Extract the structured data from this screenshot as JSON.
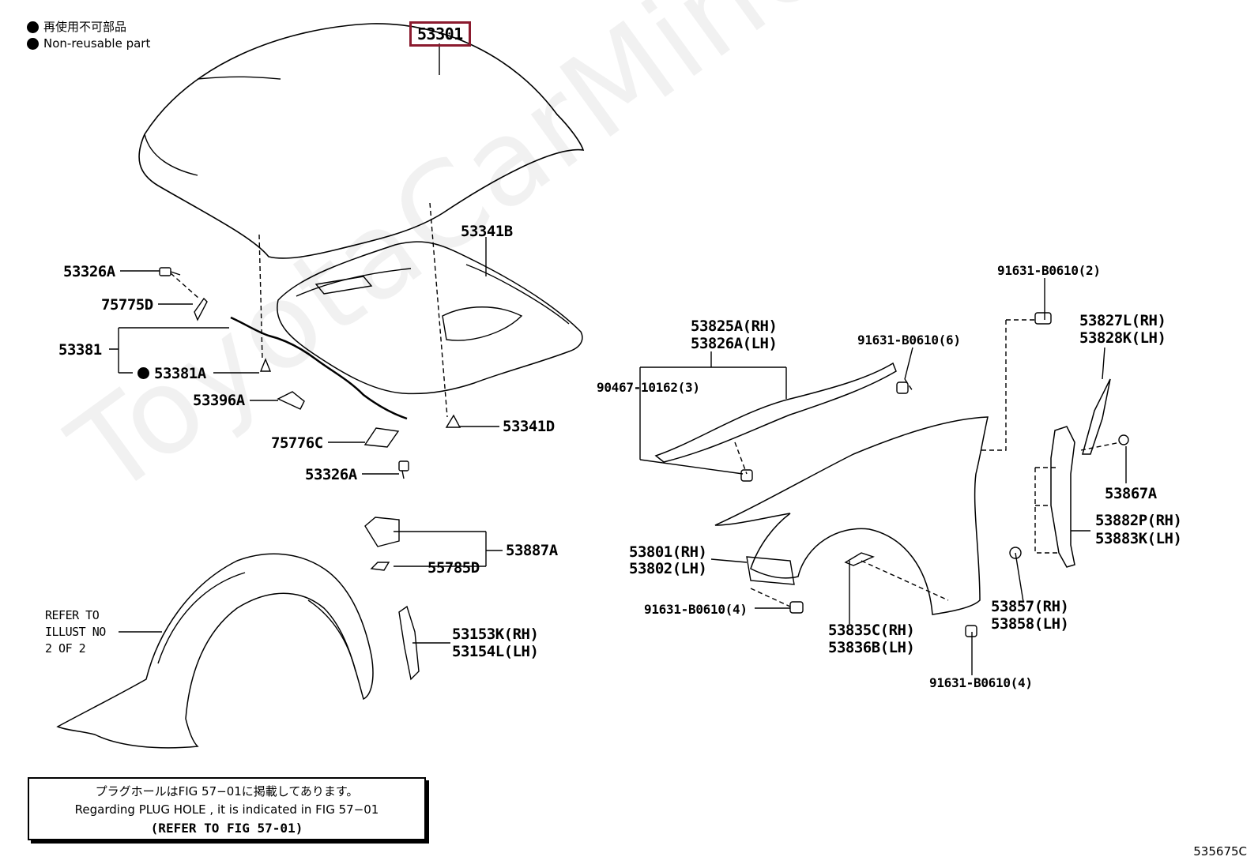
{
  "legend": {
    "jp": "再使用不可部品",
    "en": "Non-reusable part"
  },
  "watermark": "ToyotaCarMine.ru",
  "highlight_color": "#8b1a2e",
  "labels": {
    "p53301": "53301",
    "p53341B": "53341B",
    "p53326A_top": "53326A",
    "p75775D": "75775D",
    "p53381": "53381",
    "p53381A": "53381A",
    "p53396A": "53396A",
    "p75776C": "75776C",
    "p53326A_bot": "53326A",
    "p53341D": "53341D",
    "p53887A": "53887A",
    "p55785D": "55785D",
    "refer_l1": "REFER TO",
    "refer_l2": "ILLUST NO",
    "refer_l3": "2 OF 2",
    "p53153K": "53153K(RH)",
    "p53154L": "53154L(LH)",
    "p91631_2": "91631-B0610(2)",
    "p53825A": "53825A(RH)",
    "p53826A": "53826A(LH)",
    "p91631_6": "91631-B0610(6)",
    "p53827L": "53827L(RH)",
    "p53828K": "53828K(LH)",
    "p90467": "90467-10162(3)",
    "p53867A": "53867A",
    "p53882P": "53882P(RH)",
    "p53883K": "53883K(LH)",
    "p53801": "53801(RH)",
    "p53802": "53802(LH)",
    "p53857": "53857(RH)",
    "p53858": "53858(LH)",
    "p91631_4a": "91631-B0610(4)",
    "p53835C": "53835C(RH)",
    "p53836B": "53836B(LH)",
    "p91631_4b": "91631-B0610(4)"
  },
  "note": {
    "line1": "プラグホールはFIG 57−01に掲載してあります。",
    "line2": "Regarding  PLUG  HOLE , it is indicated in  FIG  57−01",
    "line3": "(REFER TO FIG 57-01)"
  },
  "figure_number": "535675C"
}
